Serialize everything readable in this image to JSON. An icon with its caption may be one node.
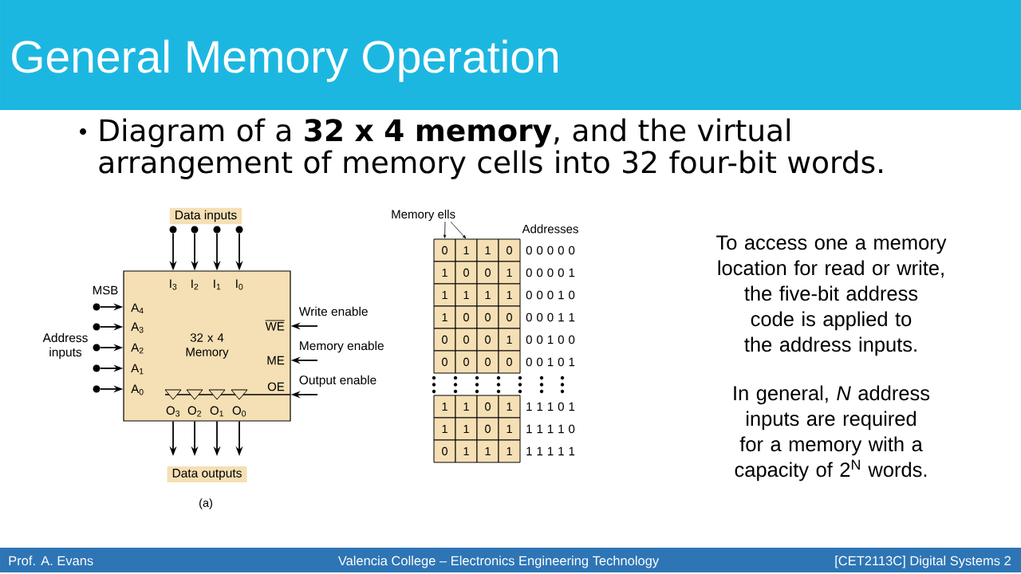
{
  "diagram": {
    "title": "General Memory Operation",
    "nodes": [
      {
        "text": [
          "Data inputs"
        ]
      },
      {
        "text": [],
        "shape": "circle"
      },
      {
        "text": [],
        "shape": "circle"
      },
      {
        "text": [],
        "shape": "circle"
      },
      {
        "text": [],
        "shape": "circle"
      },
      {
        "text": [
          "I$_{3}$",
          "I$_{2}$",
          "I$_{1}$",
          "I$_{0}$",
          "A$_{4}$",
          "A$_{3}$",
          "A$_{2}$",
          "A$_{1}$",
          "A$_{0}$",
          "32 x 4 Memory",
          "WE",
          "ME",
          "OE",
          "O$_{3}$",
          "O$_{2}$",
          "O$_{1}$",
          "O$_{0}$"
        ]
      },
      {
        "text": [],
        "shape": "circle"
      },
      {
        "text": [],
        "shape": "circle"
      },
      {
        "text": [],
        "shape": "circle"
      },
      {
        "text": [],
        "shape": "circle"
      },
      {
        "text": [],
        "shape": "circle"
      },
      {
        "text": [
          "Data outputs"
        ]
      },
      {
        "text": [
          "Memory ells"
        ]
      },
      {
        "text": [
          "0"
        ]
      },
      {
        "text": [
          "1"
        ]
      },
      {
        "text": [
          "1"
        ]
      },
      {
        "text": [
          "0"
        ]
      },
      {
        "text": [
          "1"
        ]
      },
      {
        "text": [
          "0"
        ]
      },
      {
        "text": [
          "0"
        ]
      },
      {
        "text": [
          "1"
        ]
      },
      {
        "text": [
          "1"
        ]
      },
      {
        "text": [
          "1"
        ]
      },
      {
        "text": [
          "1"
        ]
      },
      {
        "text": [
          "1"
        ]
      },
      {
        "text": [
          "1"
        ]
      },
      {
        "text": [
          "0"
        ]
      },
      {
        "text": [
          "0"
        ]
      },
      {
        "text": [
          "0"
        ]
      },
      {
        "text": [
          "0"
        ]
      },
      {
        "text": [
          "0"
        ]
      },
      {
        "text": [
          "0"
        ]
      },
      {
        "text": [
          "1"
        ]
      },
      {
        "text": [
          "0"
        ]
      },
      {
        "text": [
          "0"
        ]
      },
      {
        "text": [
          "0"
        ]
      },
      {
        "text": [
          "0"
        ]
      },
      {
        "text": [
          "1"
        ]
      },
      {
        "text": [
          "1"
        ]
      },
      {
        "text": [
          "0"
        ]
      },
      {
        "text": [
          "1"
        ]
      },
      {
        "text": [
          "1"
        ]
      },
      {
        "text": [
          "1"
        ]
      },
      {
        "text": [
          "0"
        ]
      },
      {
        "text": [
          "1"
        ]
      },
      {
        "text": [
          "0"
        ]
      },
      {
        "text": [
          "1"
        ]
      },
      {
        "text": [
          "1"
        ]
      },
      {
        "text": [
          "1"
        ]
      }
    ],
    "edges": [
      {
        "from": 1,
        "to": 5,
        "arrow": "to"
      },
      {
        "from": 2,
        "to": 5,
        "arrow": "to"
      },
      {
        "from": 3,
        "to": 5,
        "arrow": "to"
      },
      {
        "from": 4,
        "to": 5,
        "arrow": "to"
      },
      {
        "from": 6,
        "to": 5,
        "arrow": "to"
      },
      {
        "from": 7,
        "to": 5,
        "arrow": "to"
      },
      {
        "from": 8,
        "to": 5,
        "arrow": "to"
      },
      {
        "from": 9,
        "to": 5,
        "arrow": "to"
      },
      {
        "from": 10,
        "to": 5,
        "arrow": "to"
      },
      {
        "from": null,
        "to": 5,
        "arrow": "to",
        "label": "Write enable"
      },
      {
        "from": null,
        "to": 5,
        "arrow": "to",
        "label": "Memory enable"
      },
      {
        "from": null,
        "to": 5,
        "arrow": "to",
        "label": "Output enable"
      },
      {
        "from": 5,
        "to": null,
        "arrow": "to"
      },
      {
        "from": 5,
        "to": null,
        "arrow": "to"
      },
      {
        "from": 5,
        "to": null,
        "arrow": "to"
      },
      {
        "from": 5,
        "to": null,
        "arrow": "to"
      },
      {
        "from": 12,
        "to": 13,
        "arrow": "to"
      },
      {
        "from": 12,
        "to": 14,
        "arrow": "to"
      }
    ],
    "labels": [
      "Diagram of a **32 x 4 memory**, and the virtual arrangement of memory cells into 32 four-bit words.",
      "MSB",
      "Address inputs",
      "(a)",
      "Addresses",
      "0 0 0 0 0",
      "0 0 0 0 1",
      "0 0 0 1 0",
      "0 0 0 1 1",
      "0 0 1 0 0",
      "0 0 1 0 1",
      "1 1 1 0 1",
      "1 1 1 1 0",
      "1 1 1 1 1",
      "To access one a memory location for read or write, the five-bit address code is applied to the address inputs.",
      "In general, *N* address inputs are required for a memory with a capacity of 2$^{N}$ words.",
      "Prof. A. Evans",
      "Valencia College – Electronics Engineering Technology",
      "[CET2113C] Digital Systems 2"
    ]
  }
}
